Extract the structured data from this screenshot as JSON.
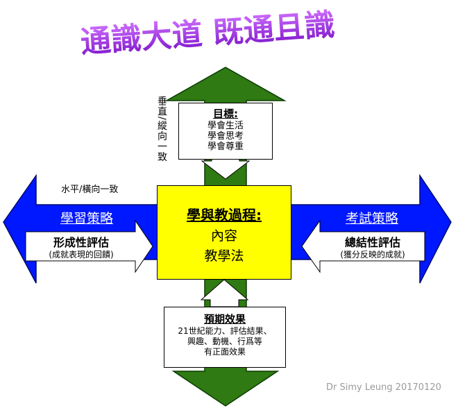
{
  "title": {
    "text": "通識大道  既通且識"
  },
  "goals": {
    "heading": "目標:",
    "items": [
      "學會生活",
      "學會思考",
      "學會尊重"
    ]
  },
  "center": {
    "heading": "學與教過程:",
    "line1": "內容",
    "line2": "教學法"
  },
  "left": {
    "label": "學習策略",
    "box_title": "形成性評估",
    "box_sub": "(成就表現的回饋)"
  },
  "right": {
    "label": "考試策略",
    "box_title": "總結性評估",
    "box_sub": "(獲分反映的成就)"
  },
  "effects": {
    "heading": "預期效果",
    "lines": [
      "21世紀能力、評估結果、",
      "興趣、動機、行爲等",
      "有正面效果"
    ]
  },
  "vertical_label": "垂直/縱向一致",
  "horizontal_label": "水平/橫向一致",
  "credit": "Dr Simy Leung 20170120",
  "colors": {
    "title": "#a026e6",
    "green": "#2f7a12",
    "blue": "#0018ff",
    "yellow": "#ffff00"
  }
}
